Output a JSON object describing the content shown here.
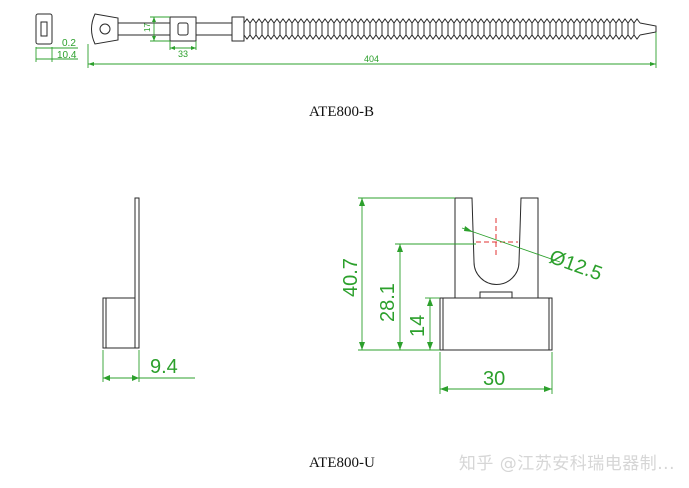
{
  "top_view": {
    "dims": {
      "d1": "0.2",
      "d2": "10.4",
      "d3": "17",
      "d4": "33",
      "d5": "404"
    },
    "caption": "ATE800-B"
  },
  "bottom_view": {
    "dims": {
      "w_side": "9.4",
      "h_total": "40.7",
      "h_mid": "28.1",
      "h_base": "14",
      "diameter": "Ø12.5",
      "w_base": "30"
    },
    "caption": "ATE800-U"
  },
  "watermark": "知乎 @江苏安科瑞电器制...",
  "colors": {
    "line": "#2a2a2a",
    "dimension": "#2ca02c",
    "center": "#e03030",
    "watermark": "#d6d6d6"
  }
}
